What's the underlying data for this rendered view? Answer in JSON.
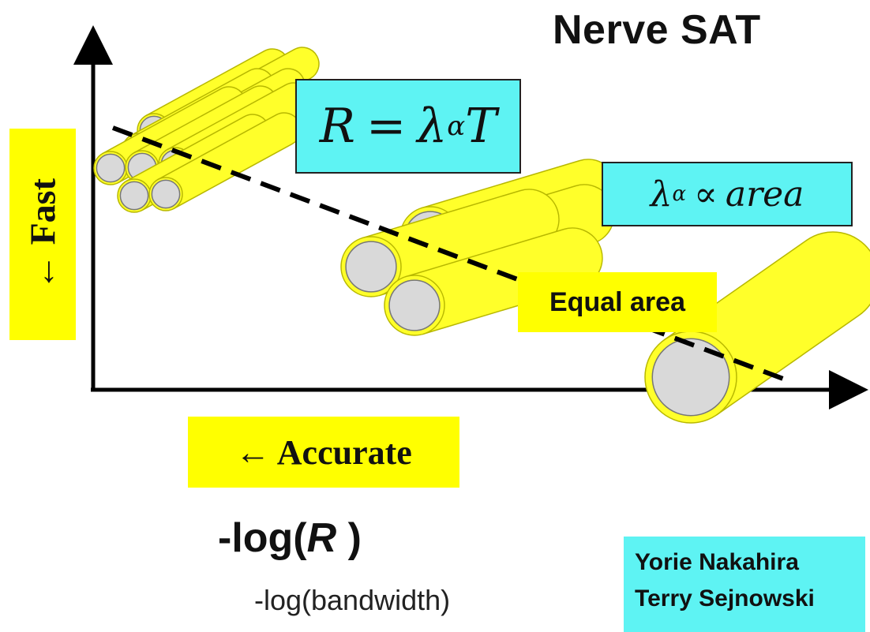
{
  "title": "Nerve SAT",
  "y_axis_label": "← Fast",
  "x_axis_label": "← Accurate",
  "equation_1": {
    "lhs": "R",
    "equals": "=",
    "lambda": "λ",
    "sub": "α",
    "rhs": "T"
  },
  "equation_2": {
    "lambda": "λ",
    "sub": "α",
    "symbol": "∝",
    "rhs": "area"
  },
  "equal_area_label": "Equal area",
  "x_quantity": {
    "prefix": "-log(",
    "var": "R",
    "suffix": " )"
  },
  "x_quantity_alt": "-log(bandwidth)",
  "authors": [
    "Yorie Nakahira",
    "Terry Sejnowski"
  ],
  "colors": {
    "yellow": "#ffff00",
    "cyan": "#5ef3f3",
    "fiber_core": "#d9d9d9",
    "fiber_body": "#ffff2a"
  }
}
